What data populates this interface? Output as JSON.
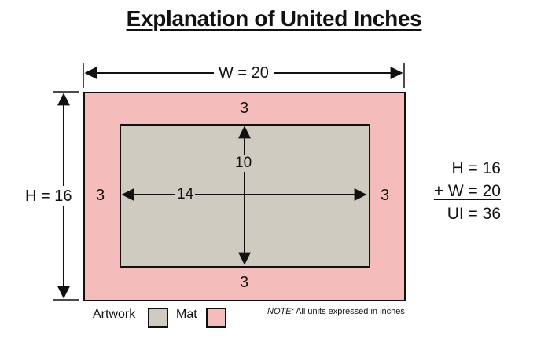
{
  "title": "Explanation of United Inches",
  "diagram": {
    "width_label": "W =  20",
    "height_label": "H = 16",
    "mat": {
      "top": "3",
      "bottom": "3",
      "left": "3",
      "right": "3"
    },
    "artwork": {
      "width": "14",
      "height": "10"
    }
  },
  "equation": {
    "line1": "H = 16",
    "line2": "+ W = 20",
    "line3": "UI = 36"
  },
  "legend": {
    "artwork_label": "Artwork",
    "mat_label": "Mat"
  },
  "note": {
    "prefix": "NOTE:",
    "text": " All units expressed in inches"
  },
  "colors": {
    "mat": "#f4bcbb",
    "artwork": "#d0cbc0",
    "line": "#111111"
  }
}
